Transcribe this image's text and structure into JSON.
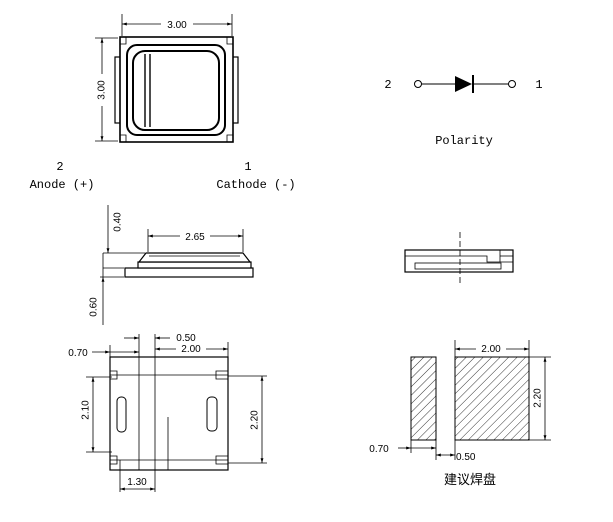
{
  "top_view": {
    "width_dim": "3.00",
    "height_dim": "3.00"
  },
  "polarity": {
    "pin_left": "2",
    "pin_right": "1",
    "label": "Polarity"
  },
  "pins": {
    "anode_number": "2",
    "anode_label": "Anode (+)",
    "cathode_number": "1",
    "cathode_label": "Cathode (-)"
  },
  "side_view": {
    "lens_height_dim": "0.40",
    "lens_width_dim": "2.65",
    "base_height_dim": "0.60"
  },
  "bottom_view": {
    "gap_dim": "0.50",
    "left_pad_width_dim": "0.70",
    "right_pad_width_dim": "2.00",
    "left_pad_height_dim": "2.10",
    "right_pad_height_dim": "2.20",
    "left_width_dim": "1.30"
  },
  "solder_pads": {
    "right_pad_width_dim": "2.00",
    "pad_height_dim": "2.20",
    "left_pad_width_dim": "0.70",
    "gap_dim": "0.50",
    "title": "建议焊盘"
  }
}
